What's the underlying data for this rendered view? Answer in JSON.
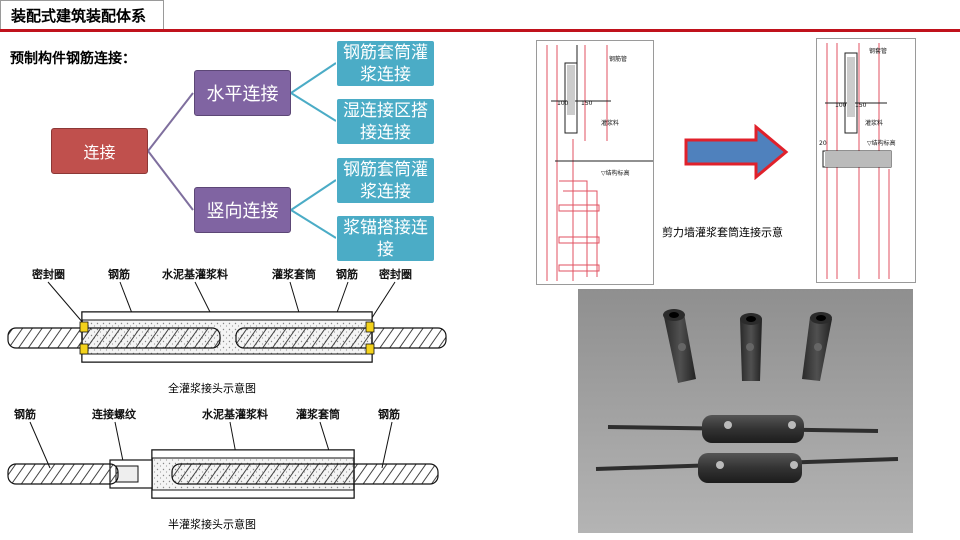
{
  "header": {
    "title": "装配式建筑装配体系"
  },
  "subtitle": "预制构件钢筋连接：",
  "tree": {
    "root": "连接",
    "horizontal": "水平连接",
    "vertical": "竖向连接",
    "leaf_1": "钢筋套筒灌浆连接",
    "leaf_2": "湿连接区搭接连接",
    "leaf_3": "钢筋套筒灌浆连接",
    "leaf_4": "浆锚搭接连接"
  },
  "full_joint": {
    "labels": [
      "密封圈",
      "钢筋",
      "水泥基灌浆料",
      "灌浆套筒",
      "钢筋",
      "密封圈"
    ],
    "caption": "全灌浆接头示意图"
  },
  "half_joint": {
    "labels": [
      "钢筋",
      "连接螺纹",
      "水泥基灌浆料",
      "灌浆套筒",
      "钢筋"
    ],
    "caption": "半灌浆接头示意图"
  },
  "shear_wall": {
    "caption": "剪力墙灌浆套筒连接示意",
    "left_panel": {
      "dim_a": "100",
      "dim_b": "150",
      "label_1": "钢筋管",
      "label_2": "灌浆料",
      "label_3": "▽结构标高"
    },
    "right_panel": {
      "dim_a": "100",
      "dim_b": "150",
      "label_1": "钢套管",
      "label_2": "灌浆料",
      "label_3": "▽结构标高",
      "dim_c": "20"
    }
  },
  "colors": {
    "accent_red": "#c0121c",
    "root_node": "#c0504d",
    "mid_node": "#8064a2",
    "leaf_node": "#4bacc6",
    "connector": "#7f6f9e",
    "arrow_fill": "#4f81bd",
    "arrow_border": "#e0212b"
  }
}
